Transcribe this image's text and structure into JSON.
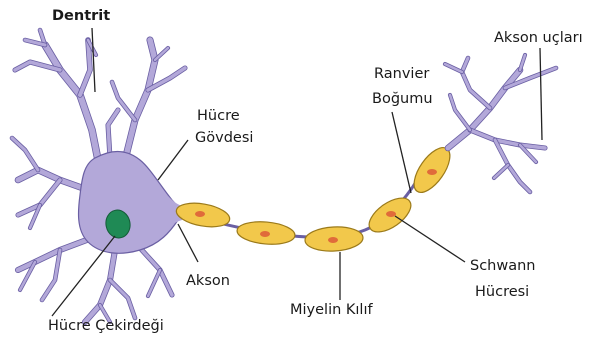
{
  "labels": {
    "dendrite": "Dentrit",
    "cell_body_line1": "Hücre",
    "cell_body_line2": "Gövdesi",
    "axon": "Akson",
    "nucleus": "Hücre Çekirdeği",
    "myelin": "Miyelin Kılıf",
    "schwann_line1": "Schwann",
    "schwann_line2": "Hücresi",
    "ranvier_line1": "Ranvier",
    "ranvier_line2": "Boğumu",
    "axon_terminals": "Akson uçları"
  },
  "colors": {
    "neuron_fill": "#b3a8d9",
    "neuron_stroke": "#6a5fa3",
    "nucleus_fill": "#1f8a55",
    "myelin_fill": "#f2c84b",
    "myelin_stroke": "#9b7a1a",
    "schwann_nucleus": "#e06b3a"
  }
}
